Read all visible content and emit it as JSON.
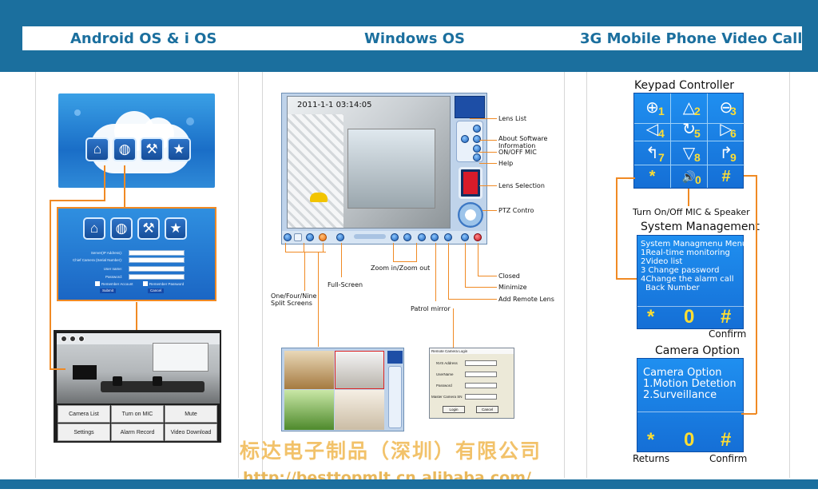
{
  "header": {
    "android_title": "Android OS & i OS",
    "windows_title": "Windows OS",
    "mobile_title": "3G Mobile Phone Video Call"
  },
  "android": {
    "login_form": {
      "server_label": "Server(IP Address):",
      "client_label": "Chief Camera (Serial Number):",
      "user_label": "User name:",
      "password_label": "Password:",
      "remember_account": "Remember Account",
      "remember_password": "Remember Password",
      "submit": "Submit",
      "cancel": "Cancel"
    },
    "table_buttons": [
      "Camera List",
      "Turn on MIC",
      "Mute",
      "Settings",
      "Alarm Record",
      "Video Download"
    ]
  },
  "windows": {
    "timestamp": "2011-1-1  03:14:05",
    "annotations": {
      "lens_list": "Lens List",
      "about_software": "About Software Information",
      "onoff_mic": "ON/OFF MIC",
      "help": "Help",
      "lens_selection": "Lens Selection",
      "ptz": "PTZ Contro",
      "zoom": "Zoom in/Zoom out",
      "full_screen": "Full-Screen",
      "split_screens": "One/Four/Nine Split Screens",
      "patrol": "Patrol mirror",
      "closed": "Closed",
      "minimize": "Minimize",
      "add_remote": "Add Remote Lens"
    },
    "remote_login": {
      "title": "Remote Camera Login",
      "nvs_address": "NVS Address",
      "username": "UserName",
      "password": "Password",
      "master_camera": "Master Camera SN",
      "login": "Login",
      "cancel": "Cancel"
    }
  },
  "mobile": {
    "keypad_title": "Keypad Controller",
    "keypad_numbers": [
      "1",
      "2",
      "3",
      "4",
      "5",
      "6",
      "7",
      "8",
      "9",
      "0"
    ],
    "mic_speaker_label": "Turn On/Off MIC & Speaker",
    "system_management_title": "System Management",
    "system_menu": [
      "System Managmenu Menu",
      "1Real-time monitoring",
      "2Video list",
      "3 Change password",
      "4Change the alarm call",
      "  Back Number"
    ],
    "confirm1": "Confirm",
    "camera_option_title": "Camera Option",
    "camera_menu": [
      "Camera Option",
      "1.Motion Detetion",
      "2.Surveillance"
    ],
    "returns": "Returns",
    "confirm2": "Confirm",
    "star": "*",
    "zero": "0",
    "hash": "#"
  },
  "footer": {
    "company": "标达电子制品（深圳）有限公司",
    "url": "http://besttopmlt.cn.alibaba.com/"
  },
  "colors": {
    "brand_blue": "#1b6f9e",
    "accent_orange": "#f08a24",
    "panel_blue": "#1a7ee2"
  }
}
